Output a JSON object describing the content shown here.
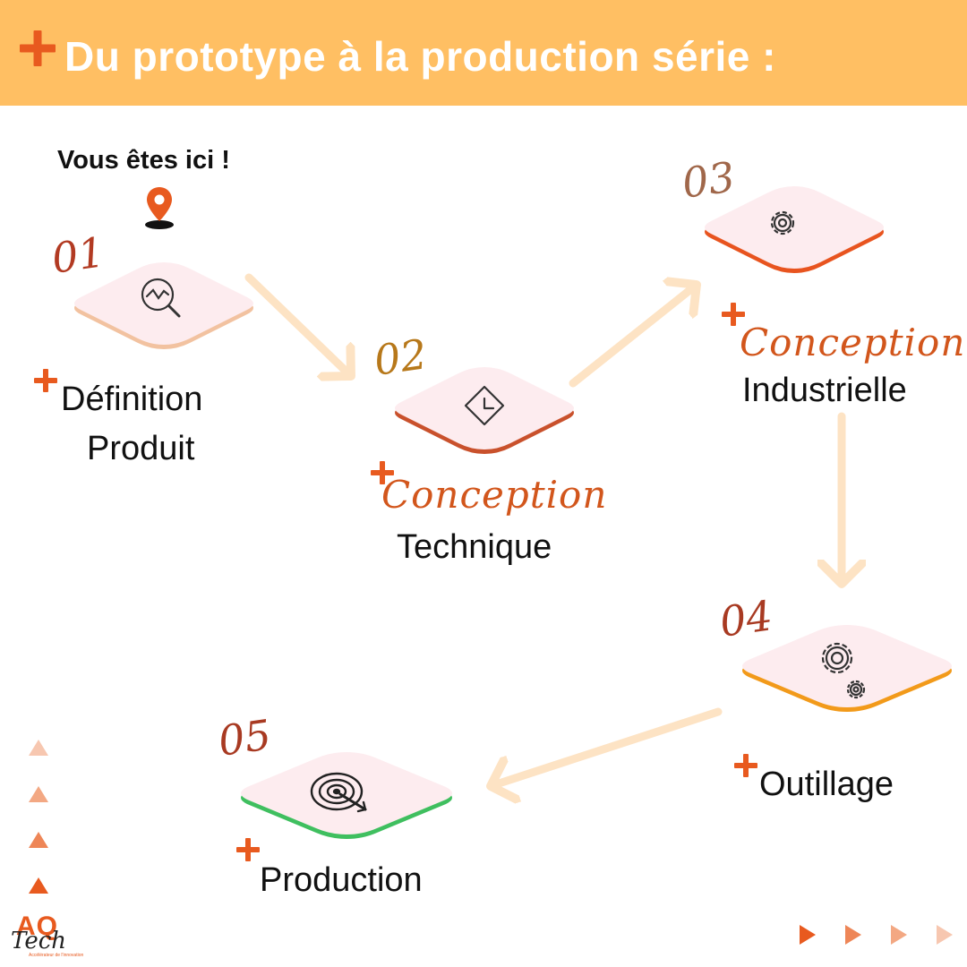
{
  "header": {
    "title": "Du prototype à la production série :"
  },
  "marker": {
    "label": "Vous êtes ici !"
  },
  "steps": [
    {
      "num": "01",
      "label_line1": "Définition",
      "label_line2": "Produit",
      "icon": "search-chart-icon",
      "accent": "#f2c2a0"
    },
    {
      "num": "02",
      "label_script": "Conception",
      "label_line2": "Technique",
      "icon": "clock-tile-icon",
      "accent": "#c9512c"
    },
    {
      "num": "03",
      "label_script": "Conception",
      "label_line2": "Industrielle",
      "icon": "gear-icon",
      "accent": "#e8541f"
    },
    {
      "num": "04",
      "label_line1": "Outillage",
      "icon": "gears-icon",
      "accent": "#f29a1a"
    },
    {
      "num": "05",
      "label_line1": "Production",
      "icon": "target-icon",
      "accent": "#3fbf5f"
    }
  ],
  "logo": {
    "brand": "AQ",
    "script": "Tech",
    "tagline": "Accélérateur de l'innovation"
  },
  "colors": {
    "header": "#ffbf63",
    "plus": "#e85a1f",
    "arrow": "#fde3c4",
    "number": "#a83a22"
  }
}
